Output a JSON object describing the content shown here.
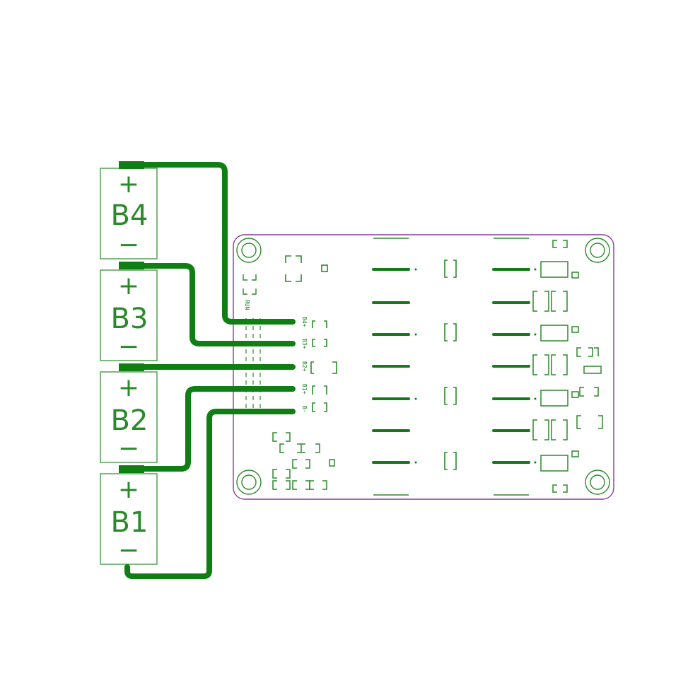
{
  "colors": {
    "trace": "#0f7f14",
    "silk": "#2a8a2a",
    "board_outline": "#8a3a9a",
    "cell_outline": "#2a8a2a"
  },
  "cells": [
    {
      "id": "B4",
      "label": "B4",
      "plus": "+",
      "minus": "−"
    },
    {
      "id": "B3",
      "label": "B3",
      "plus": "+",
      "minus": "−"
    },
    {
      "id": "B2",
      "label": "B2",
      "plus": "+",
      "minus": "−"
    },
    {
      "id": "B1",
      "label": "B1",
      "plus": "+",
      "minus": "−"
    }
  ],
  "board": {
    "pins": [
      "B4+",
      "B3+",
      "B2+",
      "B1+",
      "B-"
    ],
    "run_label": "RUN"
  }
}
